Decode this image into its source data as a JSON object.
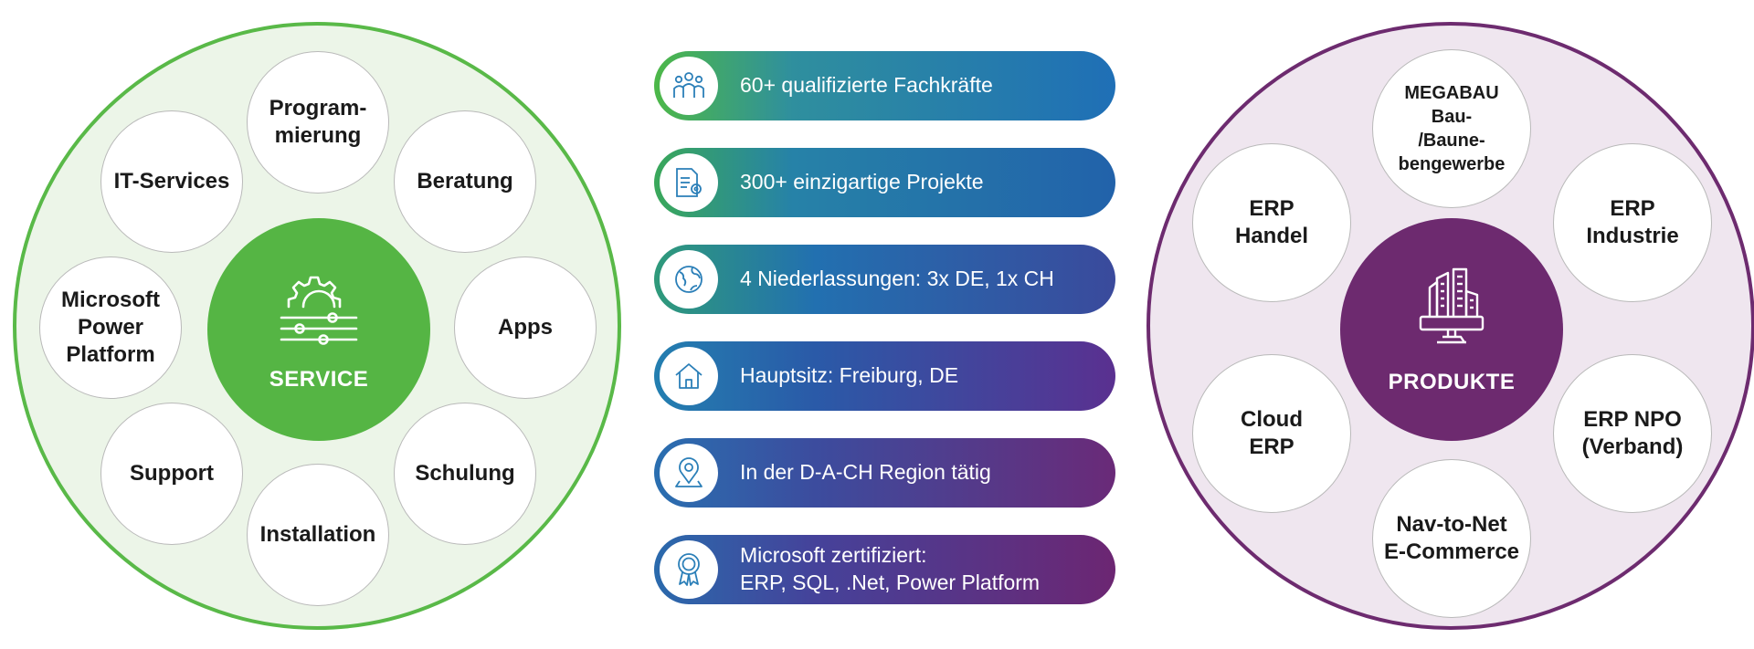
{
  "service": {
    "hub_label": "SERVICE",
    "colors": {
      "ring": "#59b948",
      "fill": "#ecf5e8",
      "hub": "#55b544"
    },
    "items": [
      {
        "label": "Program-\nmierung"
      },
      {
        "label": "Beratung"
      },
      {
        "label": "Apps"
      },
      {
        "label": "Schulung"
      },
      {
        "label": "Installation"
      },
      {
        "label": "Support"
      },
      {
        "label": "Microsoft\nPower\nPlatform"
      },
      {
        "label": "IT-Services"
      }
    ],
    "hub_icon": "gear-sliders-icon"
  },
  "facts": [
    {
      "text": "60+ qualifizierte Fachkräfte",
      "icon": "team-icon"
    },
    {
      "text": "300+ einzigartige Projekte",
      "icon": "document-gear-icon"
    },
    {
      "text": "4 Niederlassungen: 3x DE, 1x CH",
      "icon": "globe-icon"
    },
    {
      "text": "Hauptsitz: Freiburg, DE",
      "icon": "house-icon"
    },
    {
      "text": "In der D-A-CH Region tätig",
      "icon": "location-pin-icon"
    },
    {
      "text": "Microsoft zertifiziert:\nERP, SQL, .Net, Power Platform",
      "icon": "certificate-badge-icon"
    }
  ],
  "products": {
    "hub_label": "PRODUKTE",
    "colors": {
      "ring": "#6d2b6f",
      "fill": "#efe6ef",
      "hub": "#6d2a6f"
    },
    "items": [
      {
        "label": "MEGABAU\nBau-\n/Baune-\nbengewerbe"
      },
      {
        "label": "ERP\nIndustrie"
      },
      {
        "label": "ERP NPO\n(Verband)"
      },
      {
        "label": "Nav-to-Net\nE-Commerce"
      },
      {
        "label": "Cloud\nERP"
      },
      {
        "label": "ERP\nHandel"
      }
    ],
    "hub_icon": "buildings-monitor-icon"
  }
}
